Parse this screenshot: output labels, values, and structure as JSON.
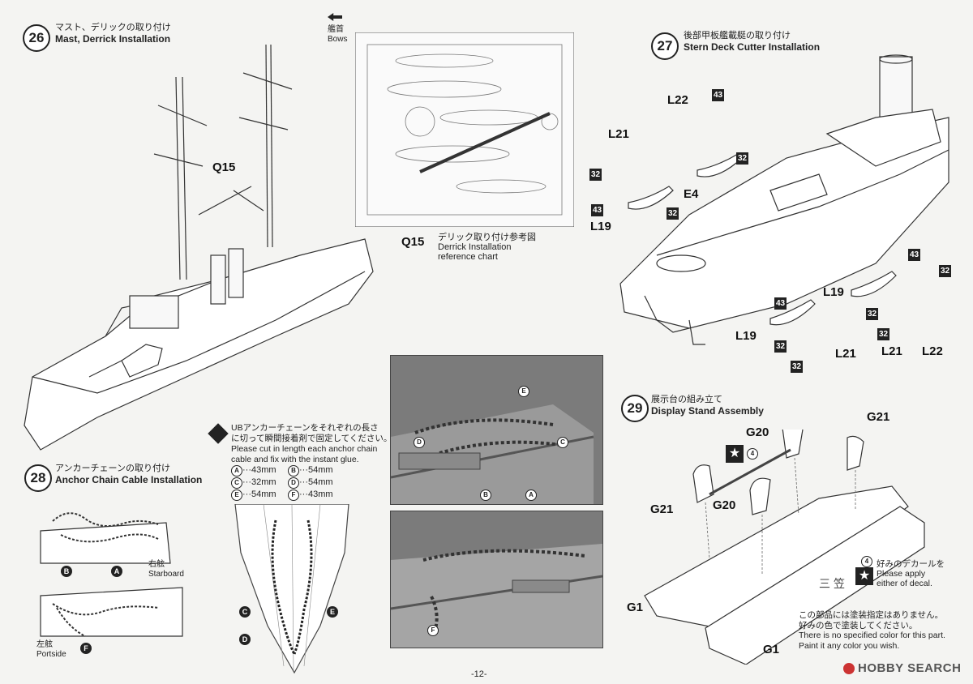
{
  "step26": {
    "num": "26",
    "title_jp": "マスト、デリックの取り付け",
    "title_en": "Mast, Derrick Installation",
    "part_q15": "Q15"
  },
  "bows": {
    "jp": "艦首",
    "en": "Bows"
  },
  "derrick_ref": {
    "part": "Q15",
    "jp": "デリック取り付け参考図",
    "en1": "Derrick Installation",
    "en2": "reference chart"
  },
  "step27": {
    "num": "27",
    "title_jp": "後部甲板艦載艇の取り付け",
    "title_en": "Stern Deck Cutter Installation",
    "labels": {
      "l22a": "L22",
      "l21a": "L21",
      "l19a": "L19",
      "e4": "E4",
      "l19b": "L19",
      "l19c": "L19",
      "l21b": "L21",
      "l21c": "L21",
      "l22b": "L22"
    },
    "box32": "32",
    "box43": "43"
  },
  "step28": {
    "num": "28",
    "title_jp": "アンカーチェーンの取り付け",
    "title_en": "Anchor Chain Cable Installation",
    "starboard_jp": "右舷",
    "starboard_en": "Starboard",
    "portside_jp": "左舷",
    "portside_en": "Portside",
    "markers": {
      "a": "A",
      "b": "B",
      "c": "C",
      "d": "D",
      "e": "E",
      "f": "F"
    }
  },
  "chain_note": {
    "jp1": "UBアンカーチェーンをそれぞれの長さ",
    "jp2": "に切って瞬間接着剤で固定してください。",
    "en1": "Please cut in length each anchor chain",
    "en2": "cable and fix with the instant glue.",
    "lengths": [
      {
        "a": "A",
        "av": "···43mm",
        "b": "B",
        "bv": "···54mm"
      },
      {
        "a": "C",
        "av": "···32mm",
        "b": "D",
        "bv": "···54mm"
      },
      {
        "a": "E",
        "av": "···54mm",
        "b": "F",
        "bv": "···43mm"
      }
    ]
  },
  "step29": {
    "num": "29",
    "title_jp": "展示台の組み立て",
    "title_en": "Display Stand Assembly",
    "labels": {
      "g20a": "G20",
      "g21a": "G21",
      "g21b": "G21",
      "g20b": "G20",
      "g1a": "G1",
      "g1b": "G1"
    },
    "decal_num": "4",
    "decal_jp": "好みのデカールを",
    "decal_en1": "Please apply",
    "decal_en2": "either of decal.",
    "color_jp1": "この部品には塗装指定はありません。",
    "color_jp2": "好みの色で塗装してください。",
    "color_en1": "There is no specified color for this part.",
    "color_en2": "Paint it any color you wish.",
    "stand_text": "三笠"
  },
  "page_num": "-12-",
  "watermark": "HOBBY SEARCH"
}
